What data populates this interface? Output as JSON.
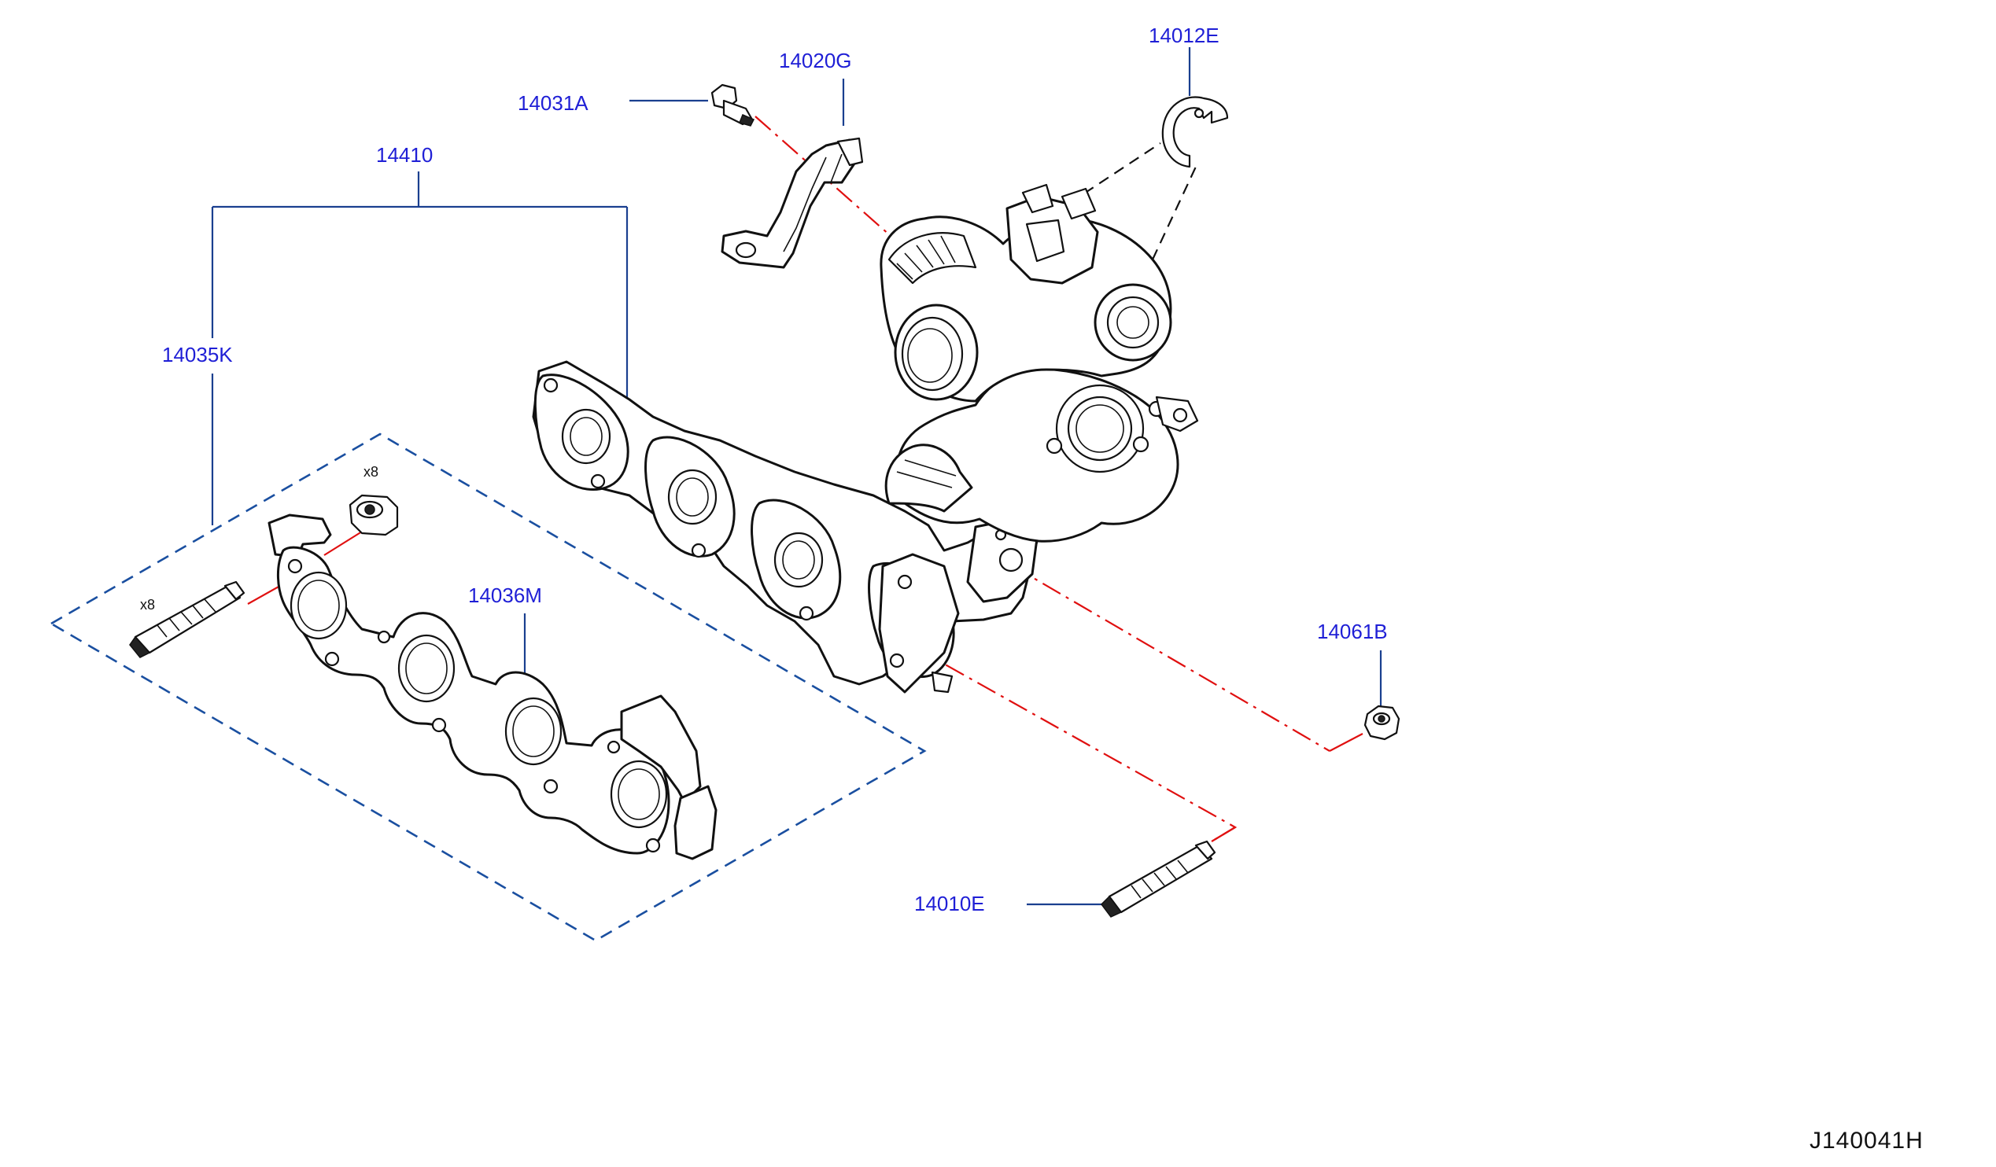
{
  "diagram": {
    "callouts": {
      "p14031A": "14031A",
      "p14020G": "14020G",
      "p14012E": "14012E",
      "p14410": "14410",
      "p14035K": "14035K",
      "p14036M": "14036M",
      "p14061B": "14061B",
      "p14010E": "14010E"
    },
    "quantities": {
      "nut_qty": "x8",
      "stud_qty": "x8"
    },
    "drawing_code": "J140041H",
    "colors": {
      "callout_text": "#1f1fd6",
      "leader_line": "#1a3f8f",
      "assembly_line": "#e01010",
      "kit_boundary": "#1a4fa0"
    }
  }
}
